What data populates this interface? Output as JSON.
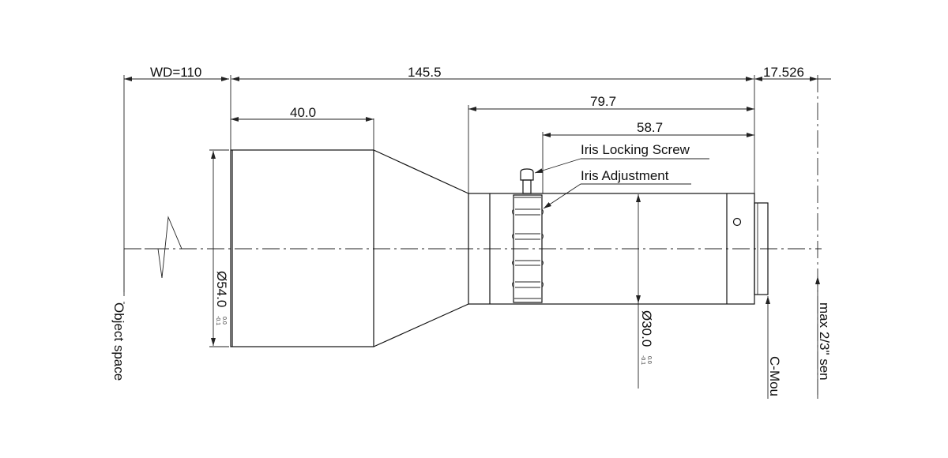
{
  "dimensions": {
    "working_distance": "WD=110",
    "total_length": "145.5",
    "flange_back": "17.526",
    "front_barrel_length": "40.0",
    "rear_body_length": "79.7",
    "iris_to_mount": "58.7",
    "front_diameter": "Ø54.0",
    "front_diameter_tol_upper": "0.0",
    "front_diameter_tol_lower": "-0.1",
    "rear_diameter": "Ø30.0",
    "rear_diameter_tol_upper": "0.0",
    "rear_diameter_tol_lower": "-0.1"
  },
  "callouts": {
    "iris_locking_screw": "Iris Locking Screw",
    "iris_adjustment": "Iris Adjustment"
  },
  "labels": {
    "object_space": "Object space",
    "c_mount": "C-Mou",
    "sensor": "max 2/3\" sen"
  }
}
